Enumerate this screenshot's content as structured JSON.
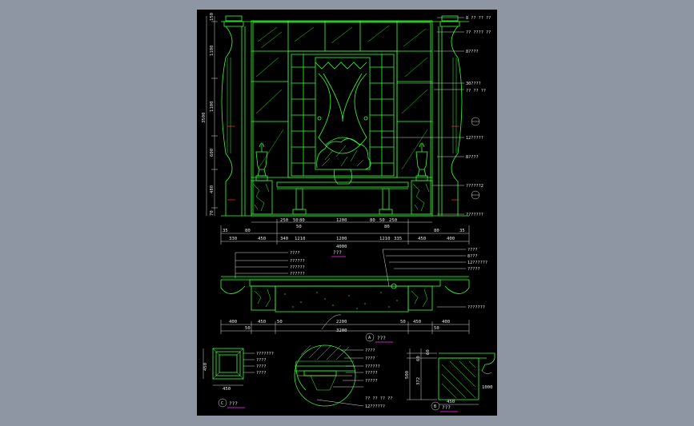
{
  "colors": {
    "background": "#8e96a4",
    "sheet": "#000000",
    "line": "#35ff35",
    "text": "#e8e8e8",
    "underline": "#ff30ff",
    "marker": "#ff3030"
  },
  "elevation": {
    "callouts": [
      "8 ?? ?? ??",
      "?? ???? ??",
      "8????",
      "30????",
      "?? ?? ??",
      "12?????",
      "8????",
      "??????2",
      "???????"
    ],
    "dims_left": [
      "150",
      "1100",
      "1100",
      "600",
      "480",
      "70"
    ],
    "dims_left_total": "3500",
    "dims_top": [
      "250",
      "50",
      "80",
      "1200",
      "80",
      "50",
      "250"
    ],
    "dims_mid": [
      "50",
      "80"
    ],
    "dims_row2": [
      "35",
      "330",
      "80",
      "450",
      "340",
      "1210",
      "1200",
      "1210",
      "335",
      "450",
      "80",
      "400",
      "35"
    ],
    "dims_total": "4000"
  },
  "plan": {
    "callouts_left": [
      "????",
      "??????",
      "??????",
      "??????"
    ],
    "title": "???",
    "callouts_right": [
      "????",
      "8???",
      "12??????",
      "?????",
      "???????"
    ],
    "dims_a": [
      "400",
      "450",
      "50",
      "2200",
      "50",
      "450",
      "400"
    ],
    "dims_b": [
      "50",
      "3200",
      "50"
    ]
  },
  "detail_c": {
    "callouts": [
      "???????",
      "????",
      "????",
      "????"
    ],
    "dim_v": "450",
    "dim_h": "450",
    "marker": "C",
    "title": "???"
  },
  "detail_a": {
    "callouts": [
      "????",
      "????",
      "??????",
      "?????",
      "?????",
      "?? ?? ?? ??",
      "12??????"
    ],
    "marker": "A",
    "title": "???"
  },
  "detail_b": {
    "dims_v": [
      "60",
      "60",
      "372",
      "500"
    ],
    "dim_h": "450",
    "dim_side": "1000",
    "marker": "B",
    "title": "???"
  }
}
